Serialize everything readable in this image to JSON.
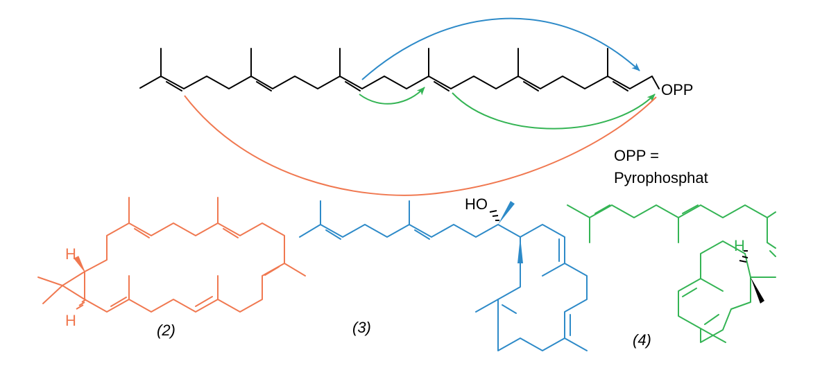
{
  "colors": {
    "black": "#000000",
    "orange": "#f07850",
    "blue": "#2d8ac8",
    "green": "#34b454"
  },
  "labels": {
    "opp": "OPP",
    "opp_definition_line1": "OPP =",
    "opp_definition_line2": "Pyrophosphat",
    "compound_2": "(2)",
    "compound_3": "(3)",
    "compound_4": "(4)",
    "ho": "HO",
    "h_orange_top": "H",
    "h_orange_bottom": "H",
    "h_green": "H"
  }
}
